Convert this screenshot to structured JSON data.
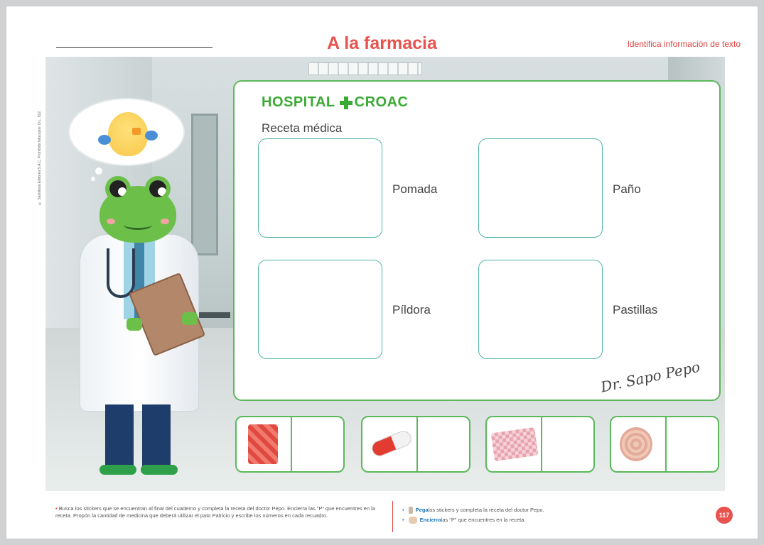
{
  "header": {
    "title": "A la farmacia",
    "subtitle": "Identifica información de texto",
    "copyright": "© Santillana Editores S.A.C. Prohibido fotocopiar. D.L. 822"
  },
  "prescription": {
    "hospital_name_1": "HOSPITAL",
    "hospital_name_2": "CROAC",
    "label": "Receta médica",
    "items": [
      "Pomada",
      "Paño",
      "Píldora",
      "Pastillas"
    ],
    "signature": "Dr. Sapo Pepo"
  },
  "stickers": [
    {
      "image": "ointment-jar"
    },
    {
      "image": "capsule-pill"
    },
    {
      "image": "pill-blister-pack"
    },
    {
      "image": "cloth-roll"
    }
  ],
  "footer": {
    "instructions": "Busca los stickers que se encuentran al final del cuaderno y completa la receta del doctor Pepo. Encierra las “P” que encuentres en la receta. Propón la cantidad de medicina que deberá utilizar el pato Patricio y escribe los números en cada recuadro.",
    "list": [
      {
        "bold": "Pega",
        "rest": " los stickers y completa la receta del doctor Pepo."
      },
      {
        "bold": "Encierra",
        "rest": " las “P” que encuentres en la receta."
      }
    ],
    "page_number": "117"
  },
  "colors": {
    "title": "#e8534f",
    "green": "#3aaa35",
    "accent_blue": "#1a74b8"
  }
}
